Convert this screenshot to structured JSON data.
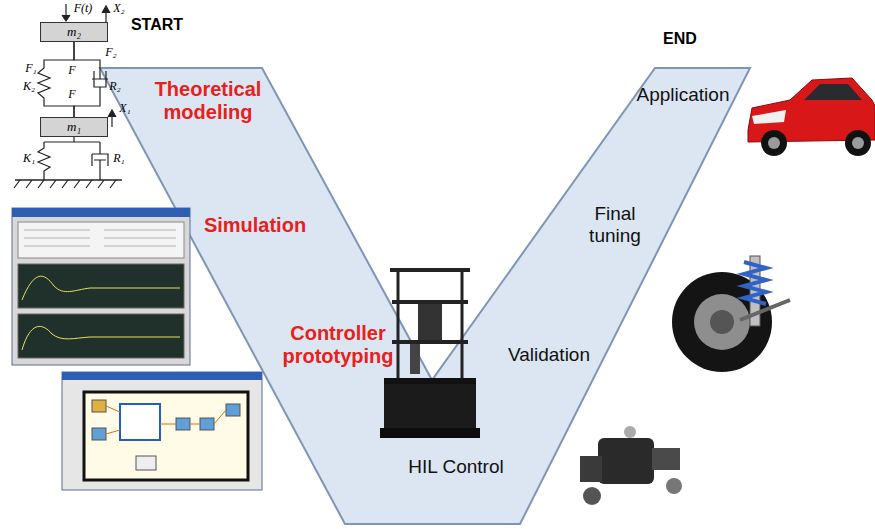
{
  "diagram": {
    "nodes": [
      {
        "text": [
          "m₂"
        ]
      },
      {
        "text": [
          "m₁"
        ]
      }
    ],
    "edges": [
      {
        "from": 0,
        "to": 1,
        "arrow": "none"
      },
      {
        "from": 0,
        "to": 1,
        "arrow": "none"
      }
    ],
    "labels": [
      "START",
      "Theoretical modeling",
      "Simulation",
      "Controller prototyping",
      "HIL Control",
      "END",
      "Application",
      "Final tuning",
      "Validation",
      "F(t)",
      "X₂",
      "F₁",
      "F₂",
      "K₂",
      "R₂",
      "F",
      "F",
      "X₁",
      "K₁",
      "R₁"
    ]
  }
}
